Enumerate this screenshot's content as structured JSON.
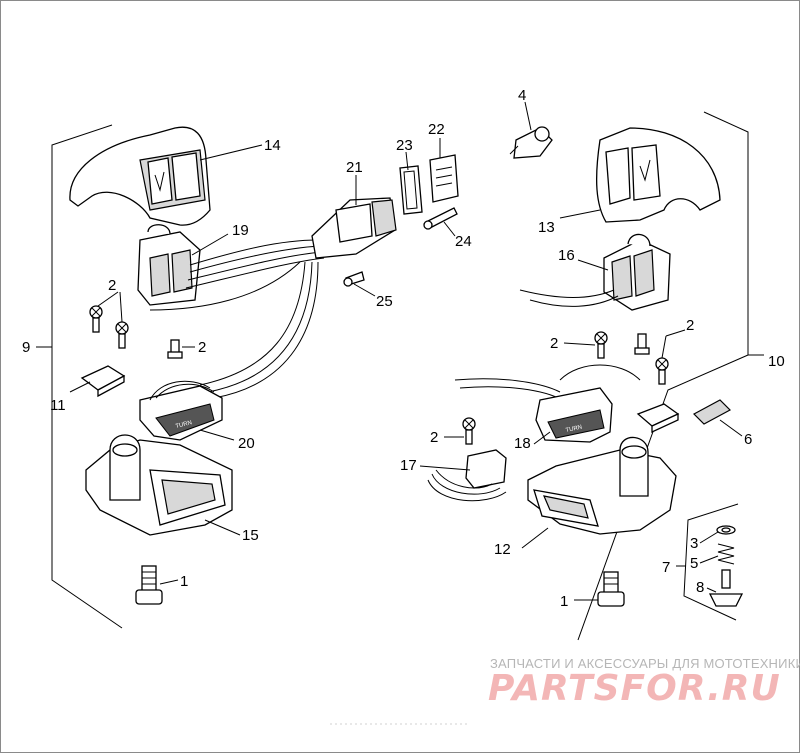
{
  "diagram": {
    "callouts": {
      "c1_left": "1",
      "c1_right": "1",
      "c2_a": "2",
      "c2_b": "2",
      "c2_c": "2",
      "c2_d": "2",
      "c2_e": "2",
      "c3": "3",
      "c4": "4",
      "c5": "5",
      "c6": "6",
      "c7": "7",
      "c8": "8",
      "c9": "9",
      "c10": "10",
      "c11": "11",
      "c12": "12",
      "c13": "13",
      "c14": "14",
      "c15": "15",
      "c16": "16",
      "c17": "17",
      "c18": "18",
      "c19": "19",
      "c20": "20",
      "c21": "21",
      "c22": "22",
      "c23": "23",
      "c24": "24",
      "c25": "25"
    }
  },
  "watermark": {
    "caption": "ЗАПЧАСТИ И АКСЕССУАРЫ ДЛЯ МОТОТЕХНИКИ",
    "logo": "PARTSFOR.RU",
    "color": "#f3b6b6"
  }
}
